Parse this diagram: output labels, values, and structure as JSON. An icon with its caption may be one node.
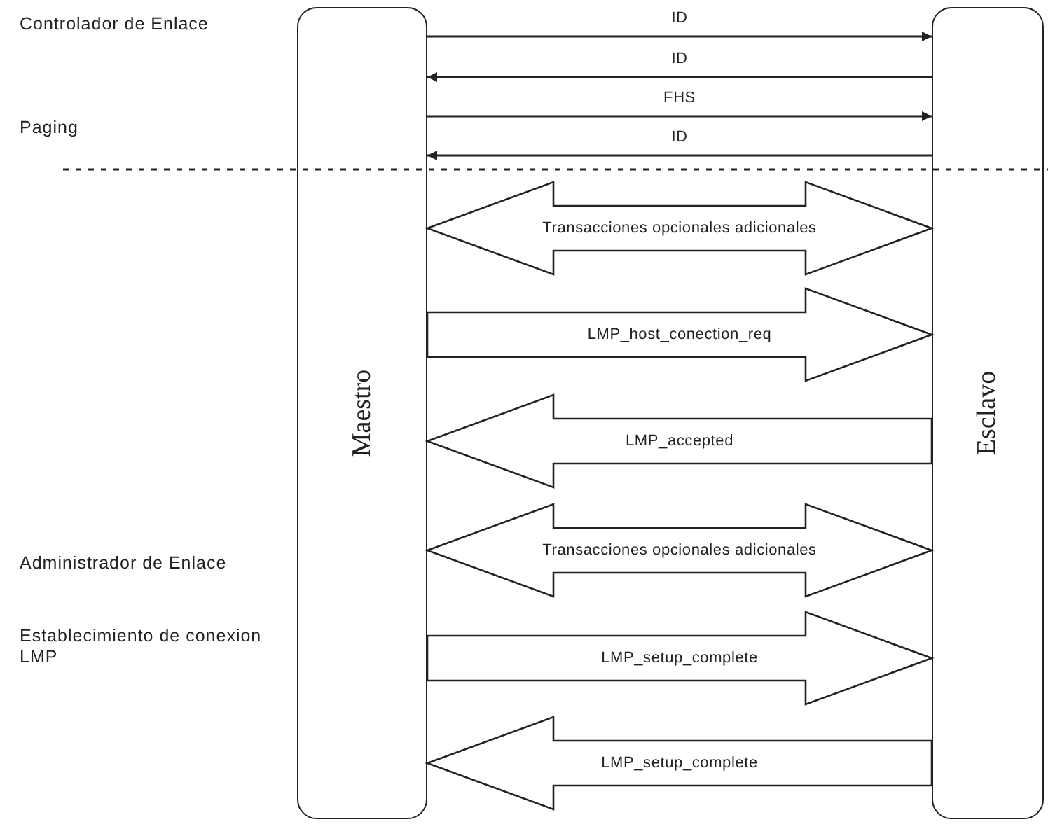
{
  "diagram": {
    "nodes": [
      {
        "text": [
          "Maestro"
        ]
      },
      {
        "text": [
          "Esclavo"
        ]
      }
    ],
    "edges": [
      {
        "from": 0,
        "to": 1,
        "arrow": "to",
        "label": "ID"
      },
      {
        "from": 1,
        "to": 0,
        "arrow": "to",
        "label": "ID"
      },
      {
        "from": 0,
        "to": 1,
        "arrow": "to",
        "label": "FHS"
      },
      {
        "from": 1,
        "to": 0,
        "arrow": "to",
        "label": "ID"
      },
      {
        "from": 0,
        "to": 1,
        "arrow": "both",
        "label": "Transacciones opcionales adicionales",
        "style": "thick"
      },
      {
        "from": 0,
        "to": 1,
        "arrow": "to",
        "label": "LMP_host_conection_req",
        "style": "thick"
      },
      {
        "from": 1,
        "to": 0,
        "arrow": "to",
        "label": "LMP_accepted",
        "style": "thick"
      },
      {
        "from": 0,
        "to": 1,
        "arrow": "both",
        "label": "Transacciones opcionales adicionales",
        "style": "thick"
      },
      {
        "from": 0,
        "to": 1,
        "arrow": "to",
        "label": "LMP_setup_complete",
        "style": "thick"
      },
      {
        "from": 1,
        "to": 0,
        "arrow": "to",
        "label": "LMP_setup_complete",
        "style": "thick"
      }
    ],
    "labels": [
      "Controlador de Enlace",
      "Paging",
      "Administrador de Enlace",
      "Establecimiento de conexion LMP"
    ]
  }
}
